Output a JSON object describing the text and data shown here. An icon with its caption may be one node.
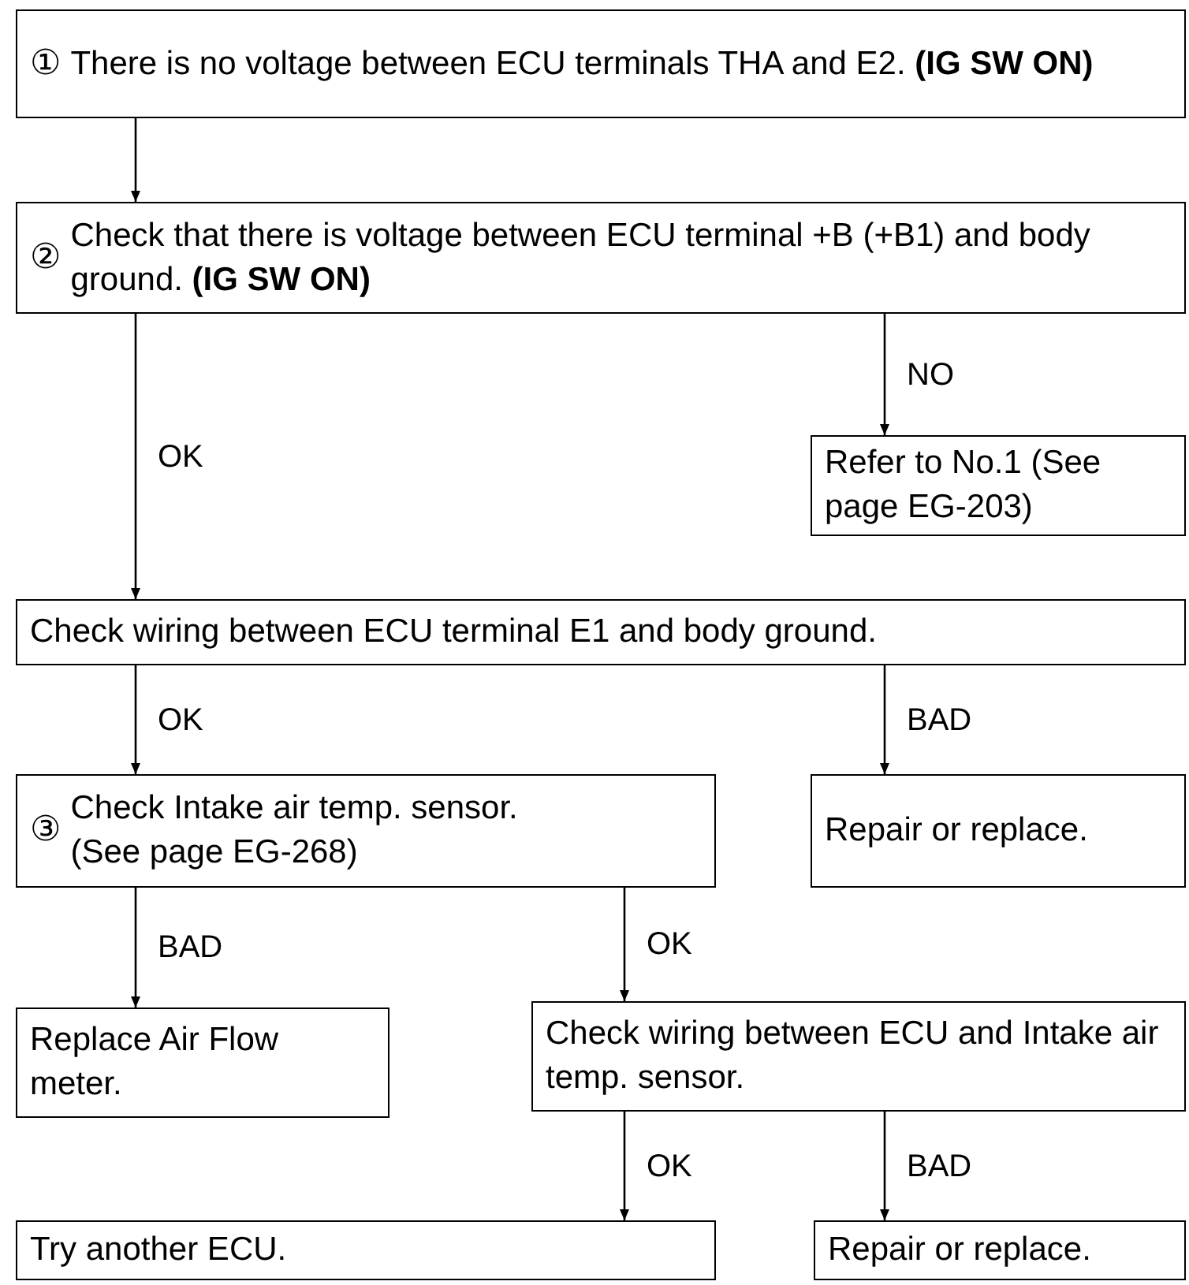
{
  "diagram": {
    "nodes": [
      {
        "text": [
          "①",
          "There is no voltage between ECU terminals THA and E2. **(IG SW ON)**"
        ]
      },
      {
        "text": [
          "②",
          "Check that there is voltage between ECU terminal +B (+B1) and body ground. **(IG SW ON)**"
        ]
      },
      {
        "text": [
          "Refer to No.1 (See page EG-203)"
        ]
      },
      {
        "text": [
          "Check wiring between ECU terminal E1 and body ground."
        ]
      },
      {
        "text": [
          "③",
          "Check Intake air temp. sensor. (See page EG-268)"
        ]
      },
      {
        "text": [
          "Repair or replace."
        ]
      },
      {
        "text": [
          "Replace Air Flow meter."
        ]
      },
      {
        "text": [
          "Check wiring between ECU and Intake air temp. sensor."
        ]
      },
      {
        "text": [
          "Try another ECU."
        ]
      },
      {
        "text": [
          "Repair or replace."
        ]
      }
    ],
    "edges": [
      {
        "from": 0,
        "to": 1,
        "arrow": "to"
      },
      {
        "from": 1,
        "to": 3,
        "arrow": "to",
        "label": "OK"
      },
      {
        "from": 1,
        "to": 2,
        "arrow": "to",
        "label": "NO"
      },
      {
        "from": 3,
        "to": 4,
        "arrow": "to",
        "label": "OK"
      },
      {
        "from": 3,
        "to": 5,
        "arrow": "to",
        "label": "BAD"
      },
      {
        "from": 4,
        "to": 6,
        "arrow": "to",
        "label": "BAD"
      },
      {
        "from": 4,
        "to": 7,
        "arrow": "to",
        "label": "OK"
      },
      {
        "from": 7,
        "to": 8,
        "arrow": "to",
        "label": "OK"
      },
      {
        "from": 7,
        "to": 9,
        "arrow": "to",
        "label": "BAD"
      }
    ]
  }
}
